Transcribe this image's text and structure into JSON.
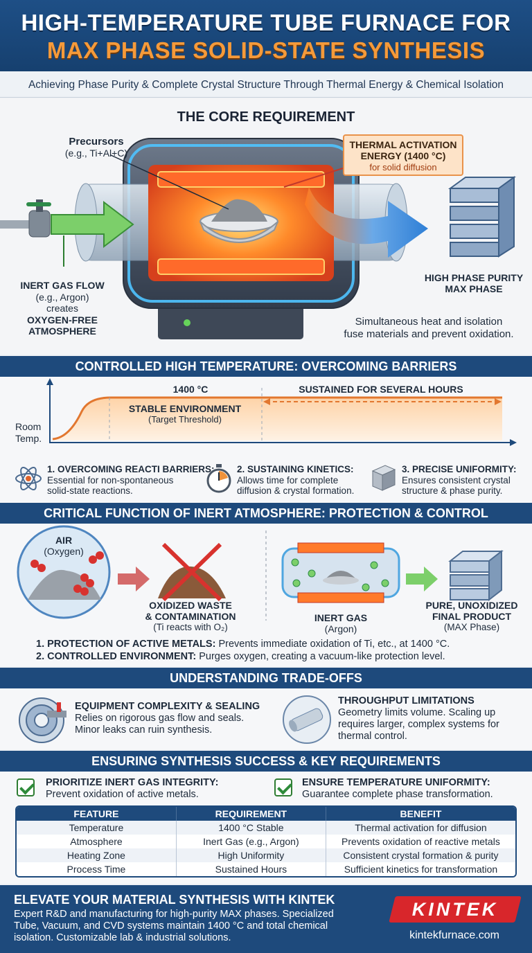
{
  "header": {
    "title_line1": "HIGH-TEMPERATURE TUBE FURNACE FOR",
    "title_line2": "MAX PHASE SOLID-STATE SYNTHESIS",
    "subtitle": "Achieving Phase Purity & Complete Crystal Structure Through Thermal Energy & Chemical Isolation"
  },
  "core": {
    "heading": "THE CORE REQUIREMENT",
    "precursors_label": "Precursors",
    "precursors_example": "(e.g., Ti+Al+C)",
    "thermal_label_line1": "THERMAL ACTIVATION",
    "thermal_label_line2": "ENERGY (1400 °C)",
    "thermal_label_line3": "for solid diffusion",
    "gas_line1": "INERT GAS FLOW",
    "gas_line2": "(e.g., Argon)",
    "gas_line3": "creates",
    "gas_line4": "OXYGEN-FREE",
    "gas_line5": "ATMOSPHERE",
    "product_line1": "HIGH PHASE PURITY",
    "product_line2": "MAX PHASE",
    "summary_line1": "Simultaneous heat and isolation",
    "summary_line2": "fuse materials and prevent oxidation."
  },
  "temperature": {
    "heading": "CONTROLLED HIGH TEMPERATURE: OVERCOMING BARRIERS",
    "temp_label": "1400 °C",
    "sustained_label": "SUSTAINED FOR SEVERAL HOURS",
    "stable_label": "STABLE ENVIRONMENT",
    "stable_sub": "(Target Threshold)",
    "room_line1": "Room",
    "room_line2": "Temp.",
    "items": [
      {
        "title": "1. OVERCOMING REACTI BARRIERS:",
        "line1": "Essential for non-spontaneous",
        "line2": "solid-state reactions."
      },
      {
        "title": "2. SUSTAINING KINETICS:",
        "line1": "Allows time for complete",
        "line2": "diffusion & crystal formation."
      },
      {
        "title": "3. PRECISE UNIFORMITY:",
        "line1": "Ensures consistent crystal",
        "line2": "structure & phase purity."
      }
    ]
  },
  "atmosphere": {
    "heading": "CRITICAL FUNCTION OF INERT ATMOSPHERE: PROTECTION & CONTROL",
    "air_line1": "AIR",
    "air_line2": "(Oxygen)",
    "waste_line1": "OXIDIZED WASTE",
    "waste_line2": "& CONTAMINATION",
    "waste_line3": "(Ti reacts with O₂)",
    "gas_line1": "INERT GAS",
    "gas_line2": "(Argon)",
    "pure_line1": "PURE, UNOXIDIZED",
    "pure_line2": "FINAL PRODUCT",
    "pure_line3": "(MAX Phase)",
    "point1_title": "1. PROTECTION OF ACTIVE METALS:",
    "point1_text": "Prevents immediate oxidation of Ti, etc., at 1400 °C.",
    "point2_title": "2. CONTROLLED ENVIRONMENT:",
    "point2_text": "Purges oxygen, creating a vacuum-like protection level."
  },
  "tradeoffs": {
    "heading": "UNDERSTANDING TRADE-OFFS",
    "left_title": "EQUIPMENT COMPLEXITY & SEALING",
    "left_line1": "Relies on rigorous gas flow and seals.",
    "left_line2": "Minor leaks can ruin synthesis.",
    "right_title": "THROUGHPUT LIMITATIONS",
    "right_line1": "Geometry limits volume. Scaling up",
    "right_line2": "requires larger, complex systems for",
    "right_line3": "thermal control."
  },
  "success": {
    "heading": "ENSURING SYNTHESIS SUCCESS & KEY REQUIREMENTS",
    "check1_title": "PRIORITIZE INERT GAS INTEGRITY:",
    "check1_text": "Prevent oxidation of active metals.",
    "check2_title": "ENSURE TEMPERATURE UNIFORMITY:",
    "check2_text": "Guarantee complete phase transformation.",
    "table_headers": [
      "FEATURE",
      "REQUIREMENT",
      "BENEFIT"
    ],
    "table_rows": [
      [
        "Temperature",
        "1400 °C Stable",
        "Thermal activation for diffusion"
      ],
      [
        "Atmosphere",
        "Inert Gas (e.g., Argon)",
        "Prevents oxidation of reactive metals"
      ],
      [
        "Heating Zone",
        "High Uniformity",
        "Consistent crystal formation & purity"
      ],
      [
        "Process Time",
        "Sustained Hours",
        "Sufficient kinetics for transformation"
      ]
    ]
  },
  "footer": {
    "heading": "ELEVATE YOUR MATERIAL SYNTHESIS WITH KINTEK",
    "line1": "Expert R&D and manufacturing for high-purity MAX phases. Specialized",
    "line2": "Tube, Vacuum, and CVD systems maintain 1400 °C and total chemical",
    "line3": "isolation. Customizable lab & industrial solutions.",
    "logo": "KINTEK",
    "url": "kintekfurnace.com"
  }
}
